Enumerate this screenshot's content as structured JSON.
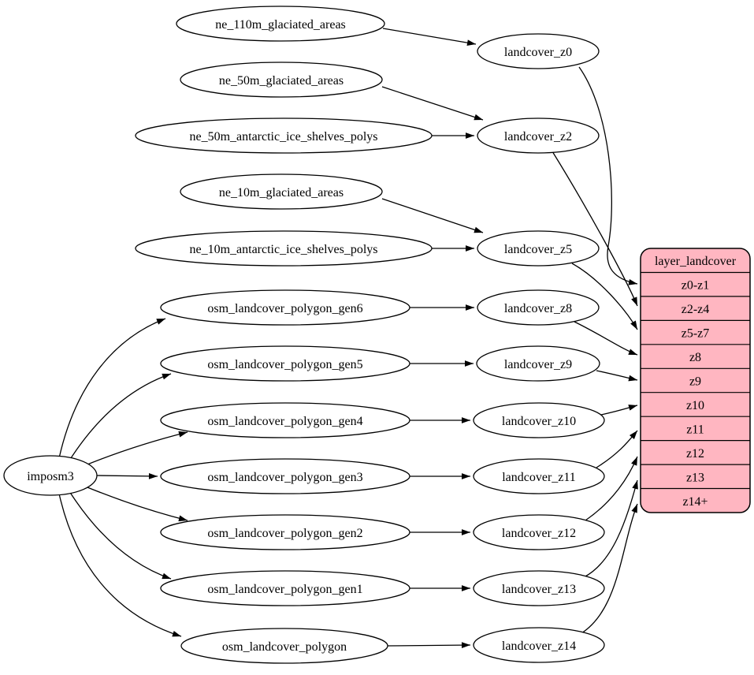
{
  "graph": {
    "importer": "imposm3",
    "sources": [
      "ne_110m_glaciated_areas",
      "ne_50m_glaciated_areas",
      "ne_50m_antarctic_ice_shelves_polys",
      "ne_10m_glaciated_areas",
      "ne_10m_antarctic_ice_shelves_polys",
      "osm_landcover_polygon_gen6",
      "osm_landcover_polygon_gen5",
      "osm_landcover_polygon_gen4",
      "osm_landcover_polygon_gen3",
      "osm_landcover_polygon_gen2",
      "osm_landcover_polygon_gen1",
      "osm_landcover_polygon"
    ],
    "intermediates": [
      "landcover_z0",
      "landcover_z2",
      "landcover_z5",
      "landcover_z8",
      "landcover_z9",
      "landcover_z10",
      "landcover_z11",
      "landcover_z12",
      "landcover_z13",
      "landcover_z14"
    ],
    "layer": {
      "title": "layer_landcover",
      "rows": [
        "z0-z1",
        "z2-z4",
        "z5-z7",
        "z8",
        "z9",
        "z10",
        "z11",
        "z12",
        "z13",
        "z14+"
      ]
    },
    "colors": {
      "layer_fill": "#ffb6c1",
      "node_fill": "#ffffff",
      "stroke": "#000000",
      "background": "#ffffff"
    },
    "edges": [
      [
        "imposm3",
        "osm_landcover_polygon_gen6"
      ],
      [
        "imposm3",
        "osm_landcover_polygon_gen5"
      ],
      [
        "imposm3",
        "osm_landcover_polygon_gen4"
      ],
      [
        "imposm3",
        "osm_landcover_polygon_gen3"
      ],
      [
        "imposm3",
        "osm_landcover_polygon_gen2"
      ],
      [
        "imposm3",
        "osm_landcover_polygon_gen1"
      ],
      [
        "imposm3",
        "osm_landcover_polygon"
      ],
      [
        "ne_110m_glaciated_areas",
        "landcover_z0"
      ],
      [
        "ne_50m_glaciated_areas",
        "landcover_z2"
      ],
      [
        "ne_50m_antarctic_ice_shelves_polys",
        "landcover_z2"
      ],
      [
        "ne_10m_glaciated_areas",
        "landcover_z5"
      ],
      [
        "ne_10m_antarctic_ice_shelves_polys",
        "landcover_z5"
      ],
      [
        "osm_landcover_polygon_gen6",
        "landcover_z8"
      ],
      [
        "osm_landcover_polygon_gen5",
        "landcover_z9"
      ],
      [
        "osm_landcover_polygon_gen4",
        "landcover_z10"
      ],
      [
        "osm_landcover_polygon_gen3",
        "landcover_z11"
      ],
      [
        "osm_landcover_polygon_gen2",
        "landcover_z12"
      ],
      [
        "osm_landcover_polygon_gen1",
        "landcover_z13"
      ],
      [
        "osm_landcover_polygon",
        "landcover_z14"
      ],
      [
        "landcover_z0",
        "layer_landcover:z0-z1"
      ],
      [
        "landcover_z2",
        "layer_landcover:z2-z4"
      ],
      [
        "landcover_z5",
        "layer_landcover:z5-z7"
      ],
      [
        "landcover_z8",
        "layer_landcover:z8"
      ],
      [
        "landcover_z9",
        "layer_landcover:z9"
      ],
      [
        "landcover_z10",
        "layer_landcover:z10"
      ],
      [
        "landcover_z11",
        "layer_landcover:z11"
      ],
      [
        "landcover_z12",
        "layer_landcover:z12"
      ],
      [
        "landcover_z13",
        "layer_landcover:z13"
      ],
      [
        "landcover_z14",
        "layer_landcover:z14+"
      ]
    ]
  }
}
